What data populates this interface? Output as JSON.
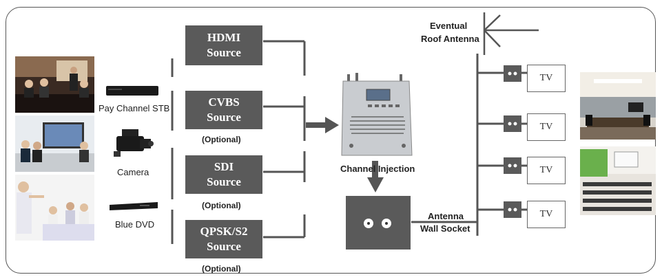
{
  "devices": {
    "stb_label": "Pay Channel STB",
    "camera_label": "Camera",
    "dvd_label": "Blue DVD"
  },
  "sources": {
    "hdmi_line1": "HDMI",
    "hdmi_line2": "Source",
    "cvbs_line1": "CVBS",
    "cvbs_line2": "Source",
    "cvbs_optional": "(Optional)",
    "sdi_line1": "SDI",
    "sdi_line2": "Source",
    "sdi_optional": "(Optional)",
    "qpsk_line1": "QPSK/S2",
    "qpsk_line2": "Source",
    "qpsk_optional": "(Optional)"
  },
  "center": {
    "injection_label": "Channel Injection",
    "socket_label_line1": "Antenna",
    "socket_label_line2": "Wall Socket"
  },
  "antenna": {
    "label_line1": "Eventual",
    "label_line2": "Roof Antenna"
  },
  "tvs": [
    "TV",
    "TV",
    "TV",
    "TV"
  ],
  "colors": {
    "box_fill": "#5a5a5a",
    "wire": "#555555"
  }
}
